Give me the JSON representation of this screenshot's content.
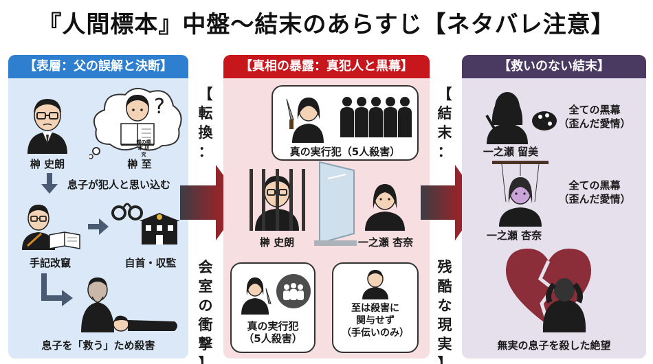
{
  "title": "『人間標本』中盤〜結末のあらすじ【ネタバレ注意】",
  "panels": {
    "left": {
      "header": "【表層：父の誤解と決断】",
      "father_label": "榊 史朗",
      "son_label": "榊 至",
      "book_text": "蝶の標本 研究",
      "thought_mark": "?",
      "belief_label": "息子が犯人と思い込む",
      "diary_label": "手記改竄",
      "surrender_label": "自首・収監",
      "kill_label": "息子を「救う」ため殺害"
    },
    "middle": {
      "header": "【真相の暴露：真犯人と黒幕】",
      "top_bubble_label": "真の実行犯（5人殺害）",
      "father_label": "榊 史朗",
      "anna_label": "一之瀬 杏奈",
      "bottom_left_label": "真の実行犯\n（5人殺害）",
      "bottom_right_label": "至は殺害に\n関与せず\n（手伝いのみ）"
    },
    "right": {
      "header": "【救いのない結末】",
      "rumi_label": "一之瀬 留美",
      "rumi_caption": "全ての黒幕\n（歪んだ愛情）",
      "anna_label": "一之瀬 杏奈",
      "anna_caption": "全ての黒幕\n（歪んだ愛情）",
      "despair_label": "無実の息子を殺した絶望"
    }
  },
  "transitions": {
    "first": [
      "【",
      "転",
      "換",
      "：",
      "会",
      "室",
      "の",
      "衝",
      "撃",
      "】"
    ],
    "second": [
      "【",
      "結",
      "末",
      "：",
      "残",
      "酷",
      "な",
      "現",
      "実",
      "】"
    ]
  },
  "colors": {
    "left_header": "#2f7fd1",
    "middle_header": "#c7171d",
    "right_header": "#4a3960",
    "arrow": "#c8171c"
  }
}
